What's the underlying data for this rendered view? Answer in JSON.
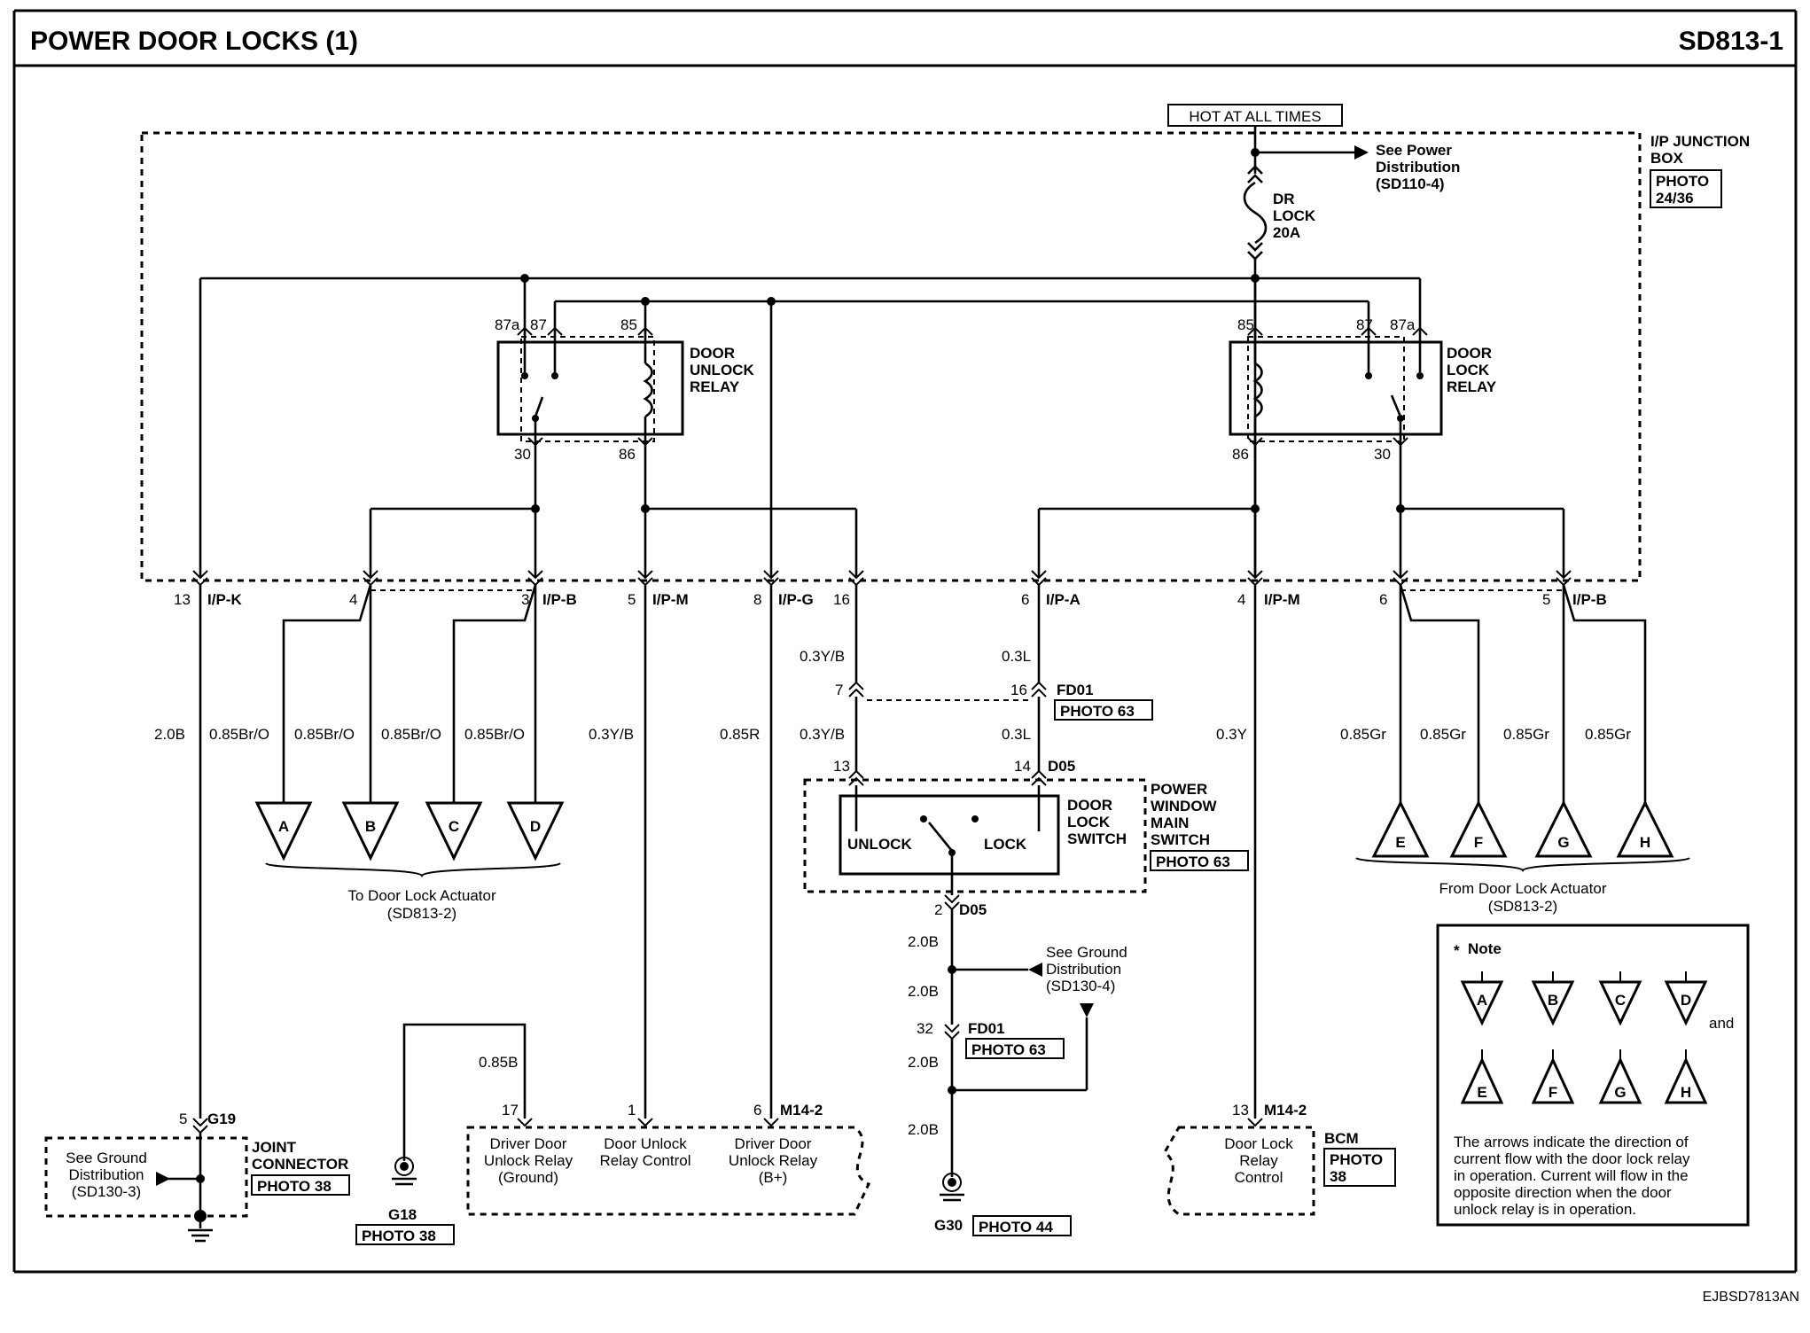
{
  "header": {
    "title": "POWER DOOR LOCKS (1)",
    "code": "SD813-1"
  },
  "footer": {
    "code": "EJBSD7813AN"
  },
  "power": {
    "source": "HOT AT ALL TIMES",
    "see_power": [
      "See Power",
      "Distribution",
      "(SD110-4)"
    ],
    "fuse": [
      "DR",
      "LOCK",
      "20A"
    ]
  },
  "junction_box": {
    "name": [
      "I/P JUNCTION",
      "BOX"
    ],
    "photo": [
      "PHOTO",
      "24/36"
    ]
  },
  "relays": {
    "unlock": {
      "name": [
        "DOOR",
        "UNLOCK",
        "RELAY"
      ],
      "pins": {
        "p87a": "87a",
        "p87": "87",
        "p85": "85",
        "p30": "30",
        "p86": "86"
      }
    },
    "lock": {
      "name": [
        "DOOR",
        "LOCK",
        "RELAY"
      ],
      "pins": {
        "p85": "85",
        "p87": "87",
        "p87a": "87a",
        "p86": "86",
        "p30": "30"
      }
    }
  },
  "connectors": [
    {
      "pin": "13",
      "name": "I/P-K"
    },
    {
      "pin": "4",
      "name": ""
    },
    {
      "pin": "3",
      "name": "I/P-B"
    },
    {
      "pin": "5",
      "name": "I/P-M"
    },
    {
      "pin": "8",
      "name": "I/P-G"
    },
    {
      "pin": "16",
      "name": ""
    },
    {
      "pin": "6",
      "name": "I/P-A"
    },
    {
      "pin": "4",
      "name": "I/P-M"
    },
    {
      "pin": "6",
      "name": ""
    },
    {
      "pin": "5",
      "name": "I/P-B"
    }
  ],
  "wires": {
    "w_2_0B": "2.0B",
    "w_085BrO": "0.85Br/O",
    "w_03YB": "0.3Y/B",
    "w_085R": "0.85R",
    "w_03L": "0.3L",
    "w_03Y": "0.3Y",
    "w_085Gr": "0.85Gr",
    "w_085B": "0.85B"
  },
  "fd01": {
    "name": "FD01",
    "photo": "PHOTO 63",
    "pin_left": "7",
    "pin_right": "16",
    "pin_ground": "32"
  },
  "switch": {
    "connector": "D05",
    "pin_left": "13",
    "pin_right": "14",
    "pin_bottom": "2",
    "name": [
      "DOOR",
      "LOCK",
      "SWITCH"
    ],
    "unlock": "UNLOCK",
    "lock": "LOCK",
    "module": [
      "POWER",
      "WINDOW",
      "MAIN",
      "SWITCH"
    ],
    "photo": "PHOTO 63"
  },
  "actuators": {
    "to_label": [
      "To Door Lock Actuator",
      "(SD813-2)"
    ],
    "from_label": [
      "From Door Lock Actuator",
      "(SD813-2)"
    ],
    "down": [
      "A",
      "B",
      "C",
      "D"
    ],
    "up": [
      "E",
      "F",
      "G",
      "H"
    ]
  },
  "ground_ref": [
    "See Ground",
    "Distribution",
    "(SD130-4)"
  ],
  "grounds": {
    "g30": "G30",
    "g30_photo": "PHOTO 44",
    "g18": "G18",
    "g18_photo": "PHOTO 38"
  },
  "joint": {
    "pin": "5",
    "name": "G19",
    "title": [
      "JOINT",
      "CONNECTOR"
    ],
    "photo": "PHOTO 38",
    "see_ground": [
      "See Ground",
      "Distribution",
      "(SD130-3)"
    ]
  },
  "m14": {
    "connector": "M14-2",
    "pins": [
      "17",
      "1",
      "6"
    ],
    "labels": [
      [
        "Driver Door",
        "Unlock Relay",
        "(Ground)"
      ],
      [
        "Door Unlock",
        "Relay Control"
      ],
      [
        "Driver Door",
        "Unlock Relay",
        "(B+)"
      ]
    ]
  },
  "bcm": {
    "pin": "13",
    "connector": "M14-2",
    "name": "BCM",
    "photo": [
      "PHOTO",
      "38"
    ],
    "label": [
      "Door Lock",
      "Relay",
      "Control"
    ]
  },
  "note": {
    "title": "Note",
    "star": "*",
    "row1": [
      "A",
      "B",
      "C",
      "D"
    ],
    "and": "and",
    "row2": [
      "E",
      "F",
      "G",
      "H"
    ],
    "text": [
      "The arrows indicate the direction of",
      "current flow with the door lock relay",
      "in operation. Current will flow in the",
      "opposite direction when the door",
      "unlock relay is in operation."
    ]
  }
}
